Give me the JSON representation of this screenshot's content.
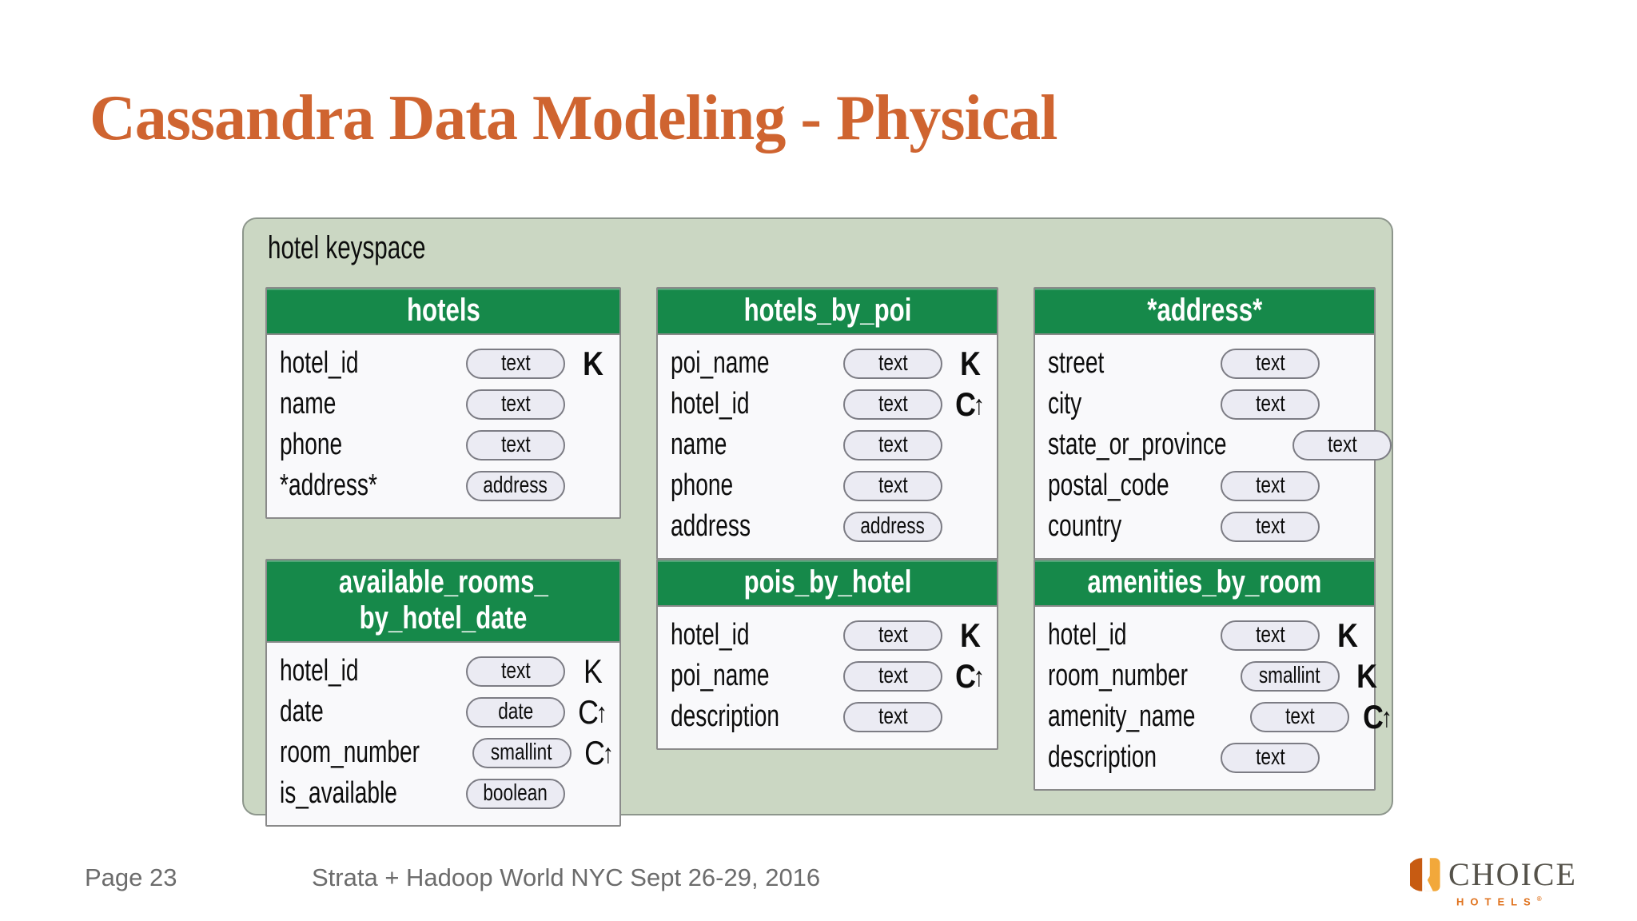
{
  "title": "Cassandra Data Modeling - Physical",
  "keyspace": {
    "label": "hotel keyspace",
    "tables": [
      {
        "name_lines": [
          "hotels"
        ],
        "rows": [
          {
            "field": "hotel_id",
            "type": "text",
            "key": "K",
            "key_arrow": false,
            "key_bold": true
          },
          {
            "field": "name",
            "type": "text",
            "key": "",
            "key_arrow": false,
            "key_bold": false
          },
          {
            "field": "phone",
            "type": "text",
            "key": "",
            "key_arrow": false,
            "key_bold": false
          },
          {
            "field": "*address*",
            "type": "address",
            "key": "",
            "key_arrow": false,
            "key_bold": false
          }
        ]
      },
      {
        "name_lines": [
          "hotels_by_poi"
        ],
        "rows": [
          {
            "field": "poi_name",
            "type": "text",
            "key": "K",
            "key_arrow": false,
            "key_bold": true
          },
          {
            "field": "hotel_id",
            "type": "text",
            "key": "C",
            "key_arrow": true,
            "key_bold": true
          },
          {
            "field": "name",
            "type": "text",
            "key": "",
            "key_arrow": false,
            "key_bold": false
          },
          {
            "field": "phone",
            "type": "text",
            "key": "",
            "key_arrow": false,
            "key_bold": false
          },
          {
            "field": "address",
            "type": "address",
            "key": "",
            "key_arrow": false,
            "key_bold": false
          }
        ]
      },
      {
        "name_lines": [
          "*address*"
        ],
        "rows": [
          {
            "field": "street",
            "type": "text",
            "key": "",
            "key_arrow": false,
            "key_bold": false
          },
          {
            "field": "city",
            "type": "text",
            "key": "",
            "key_arrow": false,
            "key_bold": false
          },
          {
            "field": "state_or_province",
            "type": "text",
            "key": "",
            "key_arrow": false,
            "key_bold": false
          },
          {
            "field": "postal_code",
            "type": "text",
            "key": "",
            "key_arrow": false,
            "key_bold": false
          },
          {
            "field": "country",
            "type": "text",
            "key": "",
            "key_arrow": false,
            "key_bold": false
          }
        ]
      },
      {
        "name_lines": [
          "available_rooms_",
          "by_hotel_date"
        ],
        "rows": [
          {
            "field": "hotel_id",
            "type": "text",
            "key": "K",
            "key_arrow": false,
            "key_bold": false
          },
          {
            "field": "date",
            "type": "date",
            "key": "C",
            "key_arrow": true,
            "key_bold": false
          },
          {
            "field": "room_number",
            "type": "smallint",
            "key": "C",
            "key_arrow": true,
            "key_bold": false
          },
          {
            "field": "is_available",
            "type": "boolean",
            "key": "",
            "key_arrow": false,
            "key_bold": false
          }
        ]
      },
      {
        "name_lines": [
          "pois_by_hotel"
        ],
        "rows": [
          {
            "field": "hotel_id",
            "type": "text",
            "key": "K",
            "key_arrow": false,
            "key_bold": true
          },
          {
            "field": "poi_name",
            "type": "text",
            "key": "C",
            "key_arrow": true,
            "key_bold": true
          },
          {
            "field": "description",
            "type": "text",
            "key": "",
            "key_arrow": false,
            "key_bold": false
          }
        ]
      },
      {
        "name_lines": [
          "amenities_by_room"
        ],
        "rows": [
          {
            "field": "hotel_id",
            "type": "text",
            "key": "K",
            "key_arrow": false,
            "key_bold": true
          },
          {
            "field": "room_number",
            "type": "smallint",
            "key": "K",
            "key_arrow": false,
            "key_bold": true
          },
          {
            "field": "amenity_name",
            "type": "text",
            "key": "C",
            "key_arrow": true,
            "key_bold": true
          },
          {
            "field": "description",
            "type": "text",
            "key": "",
            "key_arrow": false,
            "key_bold": false
          }
        ]
      }
    ]
  },
  "footer": {
    "page": "Page 23",
    "conference": "Strata + Hadoop World NYC Sept 26-29, 2016"
  },
  "logo": {
    "word": "CHOICE",
    "subtext": "HOTELS",
    "registered": "®"
  },
  "colors": {
    "title_orange": "#cf6430",
    "header_green": "#16894a",
    "keyspace_background": "#cbd7c3",
    "pill_background": "#ebebf3",
    "footer_gray": "#6c6c6c",
    "logo_dark_orange": "#c75b12",
    "logo_amber": "#f2a83b",
    "logo_text_gray": "#55524a",
    "logo_hotels_orange": "#e0731f"
  }
}
